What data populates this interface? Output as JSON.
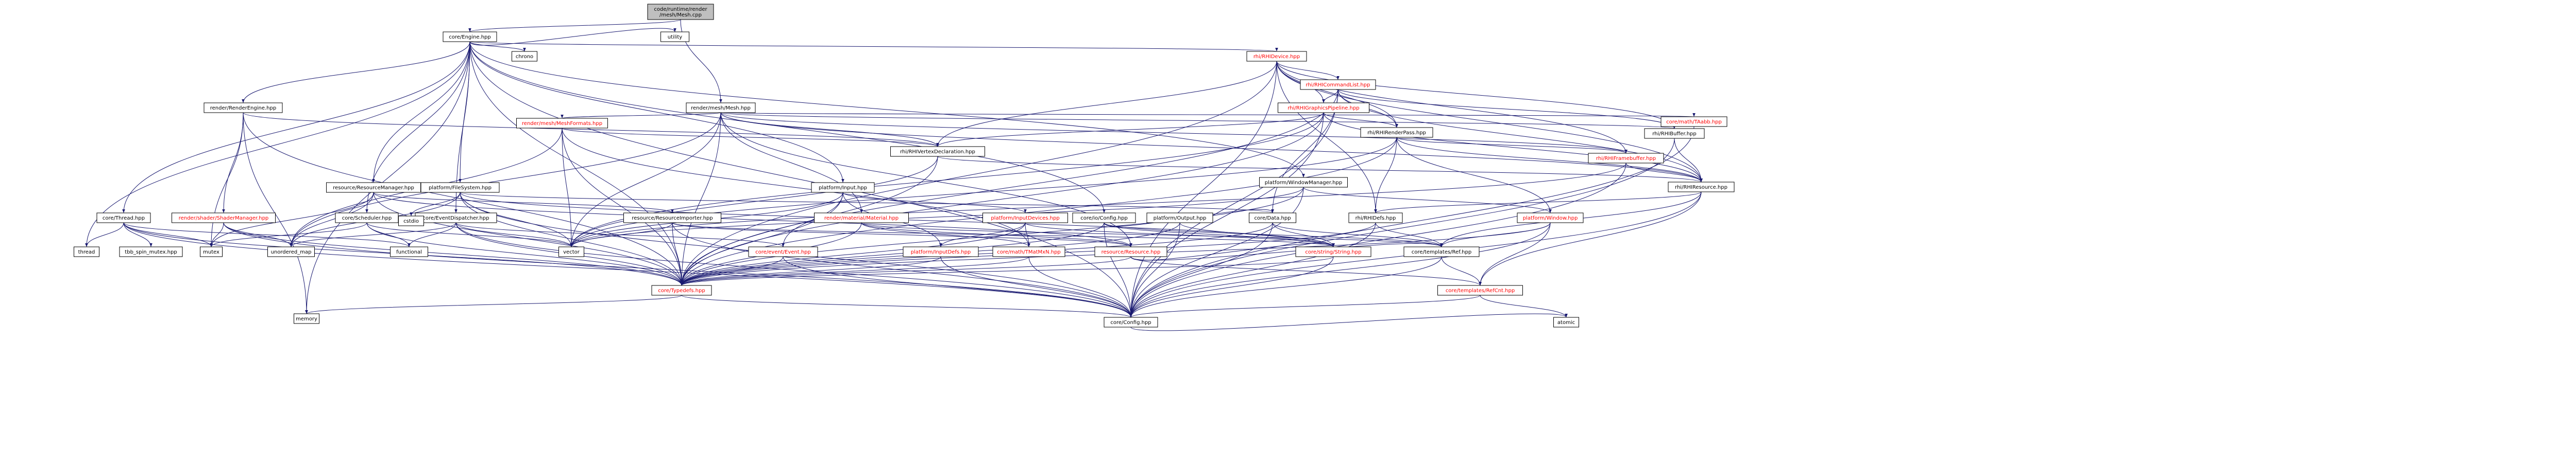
{
  "colors": {
    "root_fill": "#bfbfbf",
    "node_fill": "#ffffff",
    "node_border": "#000000",
    "text": "#000000",
    "highlight_text": "#ff0000",
    "edge": "#191970"
  },
  "nodes": [
    {
      "id": "mesh_cpp",
      "lines": [
        "code/runtime/render",
        "/mesh/Mesh.cpp"
      ],
      "root": true
    },
    {
      "id": "engine",
      "lines": [
        "core/Engine.hpp"
      ]
    },
    {
      "id": "utility",
      "lines": [
        "utility"
      ]
    },
    {
      "id": "chrono",
      "lines": [
        "chrono"
      ]
    },
    {
      "id": "rhi_device",
      "lines": [
        "rhi/RHIDevice.hpp"
      ],
      "red": true
    },
    {
      "id": "render_engine",
      "lines": [
        "render/RenderEngine.hpp"
      ]
    },
    {
      "id": "rhi_cmdlist",
      "lines": [
        "rhi/RHICommandList.hpp"
      ],
      "red": true
    },
    {
      "id": "mesh_hpp",
      "lines": [
        "render/mesh/Mesh.hpp"
      ]
    },
    {
      "id": "rhi_gfx_pipeline",
      "lines": [
        "rhi/RHIGraphicsPipeline.hpp"
      ],
      "red": true
    },
    {
      "id": "mesh_formats",
      "lines": [
        "render/mesh/MeshFormats.hpp"
      ],
      "red": true
    },
    {
      "id": "rhi_renderpass",
      "lines": [
        "rhi/RHIRenderPass.hpp"
      ]
    },
    {
      "id": "rhi_buffer",
      "lines": [
        "rhi/RHIBuffer.hpp"
      ]
    },
    {
      "id": "rhi_vertex_decl",
      "lines": [
        "rhi/RHIVertexDeclaration.hpp"
      ]
    },
    {
      "id": "tr_aabb",
      "lines": [
        "core/math/TAabb.hpp"
      ],
      "red": true
    },
    {
      "id": "rhi_framebuffer",
      "lines": [
        "rhi/RHIFramebuffer.hpp"
      ],
      "red": true
    },
    {
      "id": "window_manager",
      "lines": [
        "platform/WindowManager.hpp"
      ]
    },
    {
      "id": "rhi_resource",
      "lines": [
        "rhi/RHIResource.hpp"
      ]
    },
    {
      "id": "resource_manager",
      "lines": [
        "resource/ResourceManager.hpp"
      ]
    },
    {
      "id": "file_system",
      "lines": [
        "platform/FileSystem.hpp"
      ]
    },
    {
      "id": "input",
      "lines": [
        "platform/Input.hpp"
      ]
    },
    {
      "id": "thread",
      "lines": [
        "core/Thread.hpp"
      ]
    },
    {
      "id": "shader_manager",
      "lines": [
        "render/shader/ShaderManager.hpp"
      ],
      "red": true
    },
    {
      "id": "scheduler",
      "lines": [
        "core/Scheduler.hpp"
      ]
    },
    {
      "id": "event_dispatcher",
      "lines": [
        "core/EventDispatcher.hpp"
      ]
    },
    {
      "id": "cstdio",
      "lines": [
        "cstdio"
      ]
    },
    {
      "id": "resource_importer",
      "lines": [
        "resource/ResourceImporter.hpp"
      ]
    },
    {
      "id": "material",
      "lines": [
        "render/material/Material.hpp"
      ],
      "red": true
    },
    {
      "id": "input_devices",
      "lines": [
        "platform/InputDevices.hpp"
      ],
      "red": true
    },
    {
      "id": "config",
      "lines": [
        "core/io/Config.hpp"
      ]
    },
    {
      "id": "output",
      "lines": [
        "platform/Output.hpp"
      ]
    },
    {
      "id": "data",
      "lines": [
        "core/Data.hpp"
      ]
    },
    {
      "id": "rhi_defs",
      "lines": [
        "rhi/RHIDefs.hpp"
      ]
    },
    {
      "id": "window",
      "lines": [
        "platform/Window.hpp"
      ],
      "red": true
    },
    {
      "id": "thread_std",
      "lines": [
        "thread"
      ]
    },
    {
      "id": "tbb_mutex",
      "lines": [
        "tbb_spin_mutex.hpp"
      ]
    },
    {
      "id": "mutex",
      "lines": [
        "mutex"
      ]
    },
    {
      "id": "unordered_map",
      "lines": [
        "unordered_map"
      ]
    },
    {
      "id": "functional",
      "lines": [
        "functional"
      ]
    },
    {
      "id": "vector",
      "lines": [
        "vector"
      ]
    },
    {
      "id": "event",
      "lines": [
        "core/event/Event.hpp"
      ],
      "red": true
    },
    {
      "id": "input_defs",
      "lines": [
        "platform/InputDefs.hpp"
      ],
      "red": true
    },
    {
      "id": "tmatrix",
      "lines": [
        "core/math/TMatMxN.hpp"
      ],
      "red": true
    },
    {
      "id": "resource",
      "lines": [
        "resource/Resource.hpp"
      ],
      "red": true
    },
    {
      "id": "string",
      "lines": [
        "core/string/String.hpp"
      ],
      "red": true
    },
    {
      "id": "ref",
      "lines": [
        "core/templates/Ref.hpp"
      ]
    },
    {
      "id": "typedefs",
      "lines": [
        "core/Typedefs.hpp"
      ],
      "red": true
    },
    {
      "id": "refcnt",
      "lines": [
        "core/templates/RefCnt.hpp"
      ],
      "red": true
    },
    {
      "id": "memory",
      "lines": [
        "memory"
      ]
    },
    {
      "id": "core_config",
      "lines": [
        "core/Config.hpp"
      ]
    },
    {
      "id": "atomic",
      "lines": [
        "atomic"
      ]
    }
  ],
  "edges": [
    [
      "mesh_cpp",
      "engine"
    ],
    [
      "mesh_cpp",
      "mesh_hpp"
    ],
    [
      "engine",
      "utility"
    ],
    [
      "engine",
      "chrono"
    ],
    [
      "engine",
      "rhi_device"
    ],
    [
      "engine",
      "render_engine"
    ],
    [
      "engine",
      "resource_manager"
    ],
    [
      "engine",
      "file_system"
    ],
    [
      "engine",
      "input"
    ],
    [
      "engine",
      "thread"
    ],
    [
      "engine",
      "scheduler"
    ],
    [
      "engine",
      "event_dispatcher"
    ],
    [
      "engine",
      "window_manager"
    ],
    [
      "engine",
      "config"
    ],
    [
      "engine",
      "typedefs"
    ],
    [
      "engine",
      "core_config"
    ],
    [
      "engine",
      "memory"
    ],
    [
      "engine",
      "thread_std"
    ],
    [
      "rhi_device",
      "rhi_cmdlist"
    ],
    [
      "rhi_device",
      "rhi_gfx_pipeline"
    ],
    [
      "rhi_device",
      "rhi_renderpass"
    ],
    [
      "rhi_device",
      "rhi_buffer"
    ],
    [
      "rhi_device",
      "rhi_vertex_decl"
    ],
    [
      "rhi_device",
      "rhi_framebuffer"
    ],
    [
      "rhi_device",
      "rhi_resource"
    ],
    [
      "rhi_device",
      "rhi_defs"
    ],
    [
      "rhi_device",
      "core_config"
    ],
    [
      "rhi_device",
      "typedefs"
    ],
    [
      "rhi_cmdlist",
      "rhi_gfx_pipeline"
    ],
    [
      "rhi_cmdlist",
      "rhi_renderpass"
    ],
    [
      "rhi_cmdlist",
      "rhi_buffer"
    ],
    [
      "rhi_cmdlist",
      "rhi_resource"
    ],
    [
      "rhi_cmdlist",
      "data"
    ],
    [
      "rhi_cmdlist",
      "core_config"
    ],
    [
      "rhi_cmdlist",
      "typedefs"
    ],
    [
      "rhi_gfx_pipeline",
      "rhi_renderpass"
    ],
    [
      "rhi_gfx_pipeline",
      "rhi_vertex_decl"
    ],
    [
      "rhi_gfx_pipeline",
      "rhi_resource"
    ],
    [
      "rhi_gfx_pipeline",
      "vector"
    ],
    [
      "rhi_gfx_pipeline",
      "core_config"
    ],
    [
      "rhi_gfx_pipeline",
      "typedefs"
    ],
    [
      "rhi_renderpass",
      "rhi_framebuffer"
    ],
    [
      "rhi_renderpass",
      "rhi_resource"
    ],
    [
      "rhi_renderpass",
      "rhi_defs"
    ],
    [
      "rhi_renderpass",
      "window"
    ],
    [
      "rhi_renderpass",
      "vector"
    ],
    [
      "rhi_renderpass",
      "typedefs"
    ],
    [
      "rhi_buffer",
      "rhi_resource"
    ],
    [
      "rhi_buffer",
      "core_config"
    ],
    [
      "rhi_vertex_decl",
      "rhi_resource"
    ],
    [
      "rhi_vertex_decl",
      "vector"
    ],
    [
      "rhi_vertex_decl",
      "typedefs"
    ],
    [
      "rhi_framebuffer",
      "rhi_resource"
    ],
    [
      "rhi_framebuffer",
      "vector"
    ],
    [
      "rhi_framebuffer",
      "core_config"
    ],
    [
      "rhi_resource",
      "rhi_defs"
    ],
    [
      "rhi_resource",
      "ref"
    ],
    [
      "rhi_resource",
      "refcnt"
    ],
    [
      "rhi_resource",
      "core_config"
    ],
    [
      "rhi_defs",
      "ref"
    ],
    [
      "rhi_defs",
      "typedefs"
    ],
    [
      "rhi_defs",
      "core_config"
    ],
    [
      "render_engine",
      "shader_manager"
    ],
    [
      "render_engine",
      "rhi_vertex_decl"
    ],
    [
      "render_engine",
      "typedefs"
    ],
    [
      "render_engine",
      "memory"
    ],
    [
      "render_engine",
      "mutex"
    ],
    [
      "mesh_hpp",
      "mesh_formats"
    ],
    [
      "mesh_hpp",
      "rhi_buffer"
    ],
    [
      "mesh_hpp",
      "rhi_vertex_decl"
    ],
    [
      "mesh_hpp",
      "tr_aabb"
    ],
    [
      "mesh_hpp",
      "material"
    ],
    [
      "mesh_hpp",
      "resource"
    ],
    [
      "mesh_hpp",
      "vector"
    ],
    [
      "mesh_hpp",
      "typedefs"
    ],
    [
      "mesh_hpp",
      "rhi_framebuffer"
    ],
    [
      "mesh_hpp",
      "rhi_resource"
    ],
    [
      "mesh_hpp",
      "unordered_map"
    ],
    [
      "mesh_formats",
      "rhi_vertex_decl"
    ],
    [
      "mesh_formats",
      "tmatrix"
    ],
    [
      "mesh_formats",
      "typedefs"
    ],
    [
      "mesh_formats",
      "vector"
    ],
    [
      "mesh_formats",
      "unordered_map"
    ],
    [
      "tr_aabb",
      "core_config"
    ],
    [
      "window_manager",
      "window"
    ],
    [
      "window_manager",
      "typedefs"
    ],
    [
      "window_manager",
      "core_config"
    ],
    [
      "window_manager",
      "vector"
    ],
    [
      "resource_manager",
      "resource_importer"
    ],
    [
      "resource_manager",
      "resource"
    ],
    [
      "resource_manager",
      "unordered_map"
    ],
    [
      "resource_manager",
      "mutex"
    ],
    [
      "resource_manager",
      "typedefs"
    ],
    [
      "file_system",
      "data"
    ],
    [
      "file_system",
      "string"
    ],
    [
      "file_system",
      "cstdio"
    ],
    [
      "file_system",
      "typedefs"
    ],
    [
      "file_system",
      "vector"
    ],
    [
      "file_system",
      "core_config"
    ],
    [
      "file_system",
      "unordered_map"
    ],
    [
      "input",
      "input_devices"
    ],
    [
      "input",
      "input_defs"
    ],
    [
      "input",
      "event"
    ],
    [
      "input",
      "typedefs"
    ],
    [
      "input",
      "vector"
    ],
    [
      "thread",
      "thread_std"
    ],
    [
      "thread",
      "tbb_mutex"
    ],
    [
      "thread",
      "mutex"
    ],
    [
      "thread",
      "functional"
    ],
    [
      "thread",
      "typedefs"
    ],
    [
      "thread",
      "core_config"
    ],
    [
      "scheduler",
      "functional"
    ],
    [
      "scheduler",
      "vector"
    ],
    [
      "scheduler",
      "typedefs"
    ],
    [
      "scheduler",
      "mutex"
    ],
    [
      "event_dispatcher",
      "event"
    ],
    [
      "event_dispatcher",
      "functional"
    ],
    [
      "event_dispatcher",
      "vector"
    ],
    [
      "event_dispatcher",
      "unordered_map"
    ],
    [
      "event_dispatcher",
      "typedefs"
    ],
    [
      "event_dispatcher",
      "core_config"
    ],
    [
      "resource_importer",
      "resource"
    ],
    [
      "resource_importer",
      "string"
    ],
    [
      "resource_importer",
      "typedefs"
    ],
    [
      "resource_importer",
      "vector"
    ],
    [
      "resource_importer",
      "core_config"
    ],
    [
      "material",
      "resource"
    ],
    [
      "material",
      "tmatrix"
    ],
    [
      "material",
      "typedefs"
    ],
    [
      "material",
      "ref"
    ],
    [
      "input_devices",
      "input_defs"
    ],
    [
      "input_devices",
      "tmatrix"
    ],
    [
      "input_devices",
      "string"
    ],
    [
      "input_devices",
      "typedefs"
    ],
    [
      "config",
      "data"
    ],
    [
      "config",
      "string"
    ],
    [
      "config",
      "ref"
    ],
    [
      "config",
      "typedefs"
    ],
    [
      "config",
      "core_config"
    ],
    [
      "output",
      "string"
    ],
    [
      "output",
      "typedefs"
    ],
    [
      "output",
      "core_config"
    ],
    [
      "data",
      "string"
    ],
    [
      "data",
      "ref"
    ],
    [
      "data",
      "typedefs"
    ],
    [
      "data",
      "core_config"
    ],
    [
      "window",
      "ref"
    ],
    [
      "window",
      "typedefs"
    ],
    [
      "window",
      "refcnt"
    ],
    [
      "window",
      "core_config"
    ],
    [
      "event",
      "typedefs"
    ],
    [
      "event",
      "core_config"
    ],
    [
      "input_defs",
      "typedefs"
    ],
    [
      "input_defs",
      "core_config"
    ],
    [
      "tmatrix",
      "typedefs"
    ],
    [
      "tmatrix",
      "core_config"
    ],
    [
      "resource",
      "ref"
    ],
    [
      "resource",
      "typedefs"
    ],
    [
      "resource",
      "refcnt"
    ],
    [
      "resource",
      "string"
    ],
    [
      "string",
      "typedefs"
    ],
    [
      "string",
      "core_config"
    ],
    [
      "ref",
      "refcnt"
    ],
    [
      "ref",
      "core_config"
    ],
    [
      "typedefs",
      "core_config"
    ],
    [
      "typedefs",
      "memory"
    ],
    [
      "refcnt",
      "core_config"
    ],
    [
      "refcnt",
      "atomic"
    ],
    [
      "shader_manager",
      "mutex"
    ],
    [
      "shader_manager",
      "typedefs"
    ],
    [
      "shader_manager",
      "unordered_map"
    ],
    [
      "shader_manager",
      "core_config"
    ],
    [
      "core_config",
      "atomic"
    ]
  ]
}
